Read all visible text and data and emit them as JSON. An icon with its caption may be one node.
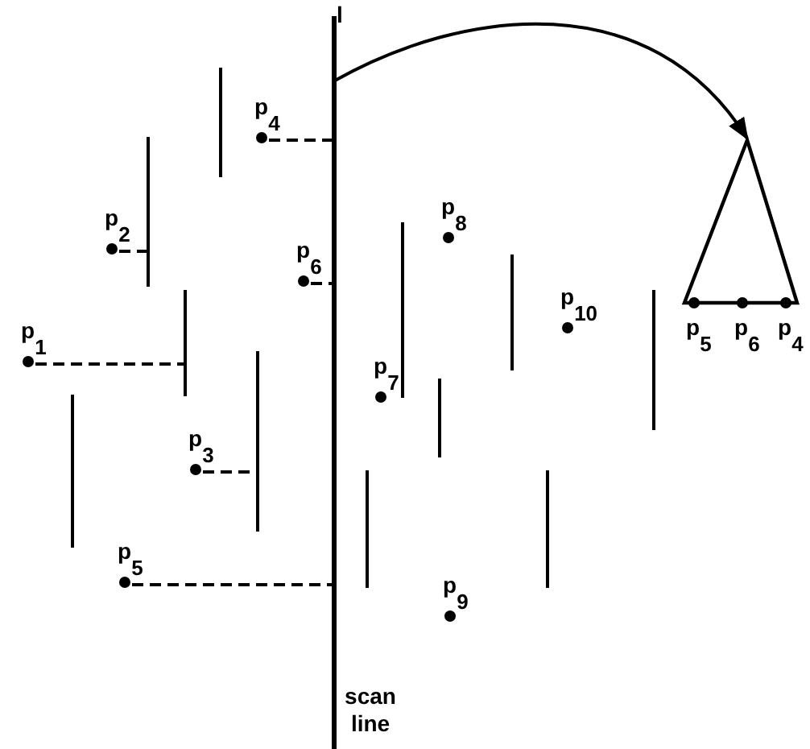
{
  "diagram": {
    "nodes": [
      {
        "text": [
          "p$_{1}$"
        ]
      },
      {
        "text": [
          "p$_{2}$"
        ]
      },
      {
        "text": [
          "p$_{3}$"
        ]
      },
      {
        "text": [
          "p$_{4}$"
        ]
      },
      {
        "text": [
          "p$_{5}$"
        ]
      },
      {
        "text": [
          "p$_{6}$"
        ]
      },
      {
        "text": [
          "p$_{7}$"
        ]
      },
      {
        "text": [
          "p$_{8}$"
        ]
      },
      {
        "text": [
          "p$_{9}$"
        ]
      },
      {
        "text": [
          "p$_{10}$"
        ]
      },
      {
        "text": [],
        "shape": "line"
      },
      {
        "text": [],
        "shape": "line"
      },
      {
        "text": [],
        "shape": "line"
      },
      {
        "text": [],
        "shape": "line"
      },
      {
        "text": [],
        "shape": "line"
      },
      {
        "text": [],
        "shape": "line",
        "beside": [
          "l",
          "scan line"
        ]
      },
      {
        "text": [],
        "shape": "line"
      },
      {
        "text": [],
        "shape": "line"
      },
      {
        "text": [],
        "shape": "line"
      },
      {
        "text": [],
        "shape": "line"
      },
      {
        "text": [],
        "shape": "line"
      },
      {
        "text": [],
        "shape": "line"
      },
      {
        "text": [],
        "shape": "triangle",
        "beside": [
          "p$_{5}$",
          "p$_{6}$",
          "p$_{4}$"
        ]
      }
    ],
    "edges": [
      {
        "from": 0,
        "to": 12,
        "arrow": "none",
        "style": "dashed"
      },
      {
        "from": 1,
        "to": 11,
        "arrow": "none",
        "style": "dashed"
      },
      {
        "from": 2,
        "to": 14,
        "arrow": "none",
        "style": "dashed"
      },
      {
        "from": 3,
        "to": 15,
        "arrow": "none",
        "style": "dashed"
      },
      {
        "from": 4,
        "to": 15,
        "arrow": "none",
        "style": "dashed"
      },
      {
        "from": 5,
        "to": 15,
        "arrow": "none",
        "style": "dashed"
      },
      {
        "from": 15,
        "to": 22,
        "arrow": "to"
      }
    ]
  }
}
